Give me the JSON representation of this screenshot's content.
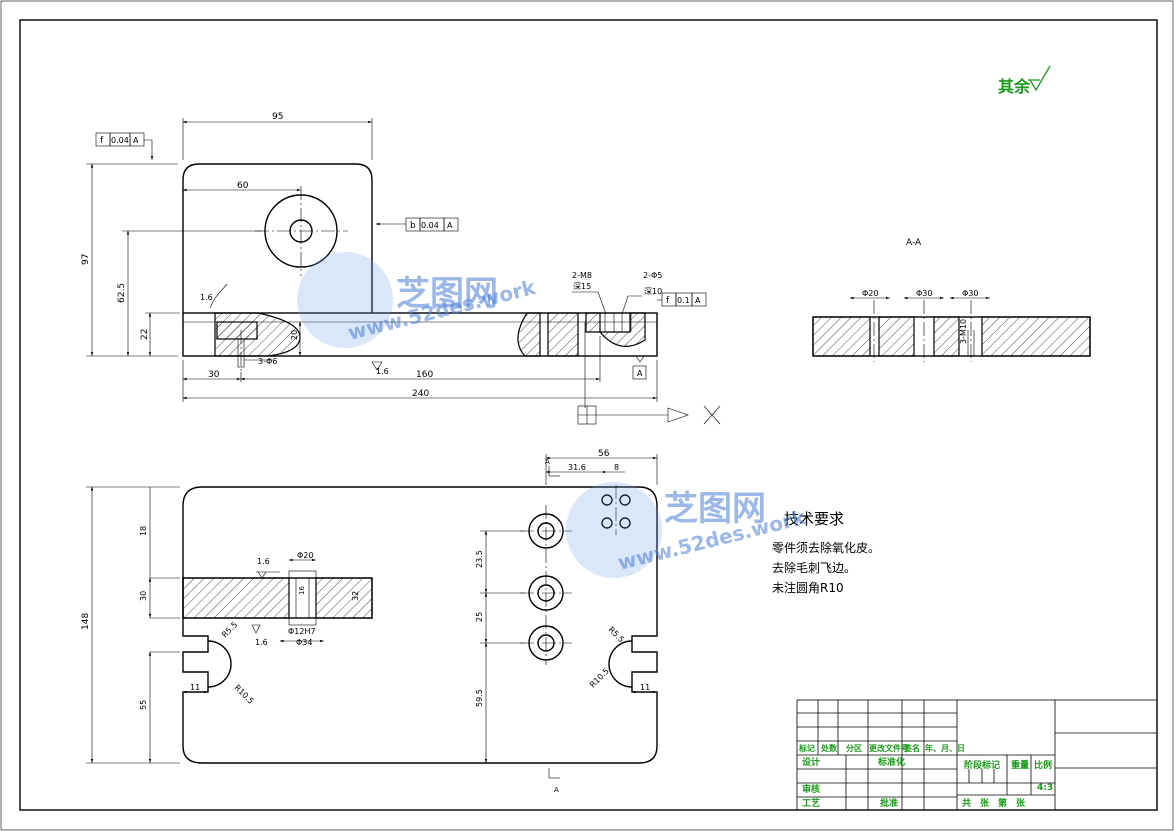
{
  "surface_note": {
    "prefix": "其余"
  },
  "top_view": {
    "frame_f": {
      "sym": "f",
      "tol": "0.04",
      "datum": "A"
    },
    "frame_b": {
      "sym": "b",
      "tol": "0.04",
      "datum": "A"
    },
    "frame_f2": {
      "sym": "f",
      "tol": "0.1",
      "datum": "A"
    },
    "dim_width": "95",
    "dim_hole_x": "60",
    "dim_height": "97",
    "dim_hole_y": "62.5",
    "dim_plate": "22",
    "dim_pocket": "20",
    "dim_total": "240",
    "dim_160": "160",
    "dim_30": "30",
    "pin_label": "3-Φ6",
    "rough1": "1.6",
    "rough2": "1.6",
    "label_2m8": "2-M8",
    "label_deep": "深15",
    "label_2d5": "2-Φ5",
    "label_deep2": "深10",
    "datum_a": "A"
  },
  "section_aa": {
    "title": "A-A",
    "d1": "Φ20",
    "d2": "Φ30",
    "d3": "Φ30",
    "m10": "3-M10"
  },
  "bottom_view": {
    "dim_56": "56",
    "dim_31_6": "31.6",
    "dim_8": "8",
    "dim_148": "148",
    "dim_18": "18",
    "dim_30": "30",
    "dim_55": "55",
    "dim_23_5": "23.5",
    "dim_25": "25",
    "dim_59_5": "59.5",
    "dim_20": "Φ20",
    "dim_16": "16",
    "dim_12": "Φ12H7",
    "dim_34": "Φ34",
    "dim_32": "32",
    "r1": "R5.5",
    "r2": "R10.5",
    "r3": "R5.5",
    "r4": "R10.5",
    "w11a": "11",
    "w11b": "11",
    "rough": "1.6",
    "rough2": "1.6",
    "sec_a_top": "A",
    "sec_a_bot": "A"
  },
  "tech": {
    "title": "技术要求",
    "lines": [
      "零件须去除氧化皮。",
      "去除毛刺飞边。",
      "未注圆角R10"
    ]
  },
  "title_block": {
    "h1": "标记",
    "h2": "处数",
    "h3": "分区",
    "h4": "更改文件号",
    "h5": "签名",
    "h6": "年、月、日",
    "r1": "设计",
    "r1b": "标准化",
    "r2": "审核",
    "r3": "工艺",
    "r3b": "批准",
    "stage": "阶段标记",
    "weight": "重量",
    "scale": "比例",
    "scale_val": "4:3",
    "sheets": "共　张　第　张"
  },
  "watermark": {
    "brand": "芝图网",
    "url": "www.52des.work"
  }
}
